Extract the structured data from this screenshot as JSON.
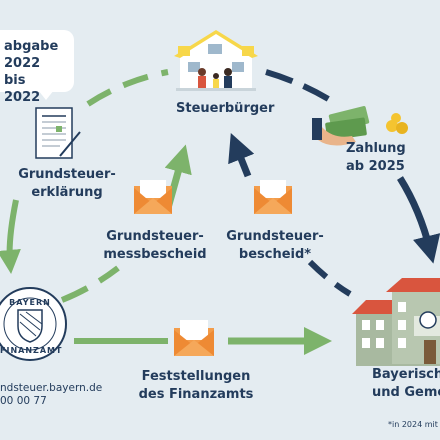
{
  "bubble": {
    "lines": [
      "abgabe",
      "2022 bis",
      "2022"
    ]
  },
  "nodes": {
    "steuerbuerger": "Steuerbürger",
    "zahlung": [
      "Zahlung",
      "ab 2025"
    ],
    "erklaerung": [
      "Grundsteuer-",
      "erklärung"
    ],
    "messbescheid": [
      "Grundsteuer-",
      "messbescheid"
    ],
    "bescheid": [
      "Grundsteuer-",
      "bescheid*"
    ],
    "feststellungen": [
      "Feststellungen",
      "des Finanzamts"
    ],
    "gemeinden": [
      "Bayerisch",
      "und Geme"
    ]
  },
  "seal_text": [
    "BAYERN",
    "FINANZAMT"
  ],
  "contact": [
    "ndsteuer.bayern.de",
    "00 00 77"
  ],
  "footnote": "*in 2024 mit",
  "colors": {
    "background": "#e4ecf1",
    "green": "#7db36b",
    "navy": "#233c5c",
    "orange": "#f39c4a",
    "house_yellow": "#f7d74a",
    "building_green": "#a8b9a0",
    "roof_red": "#d9553e"
  }
}
